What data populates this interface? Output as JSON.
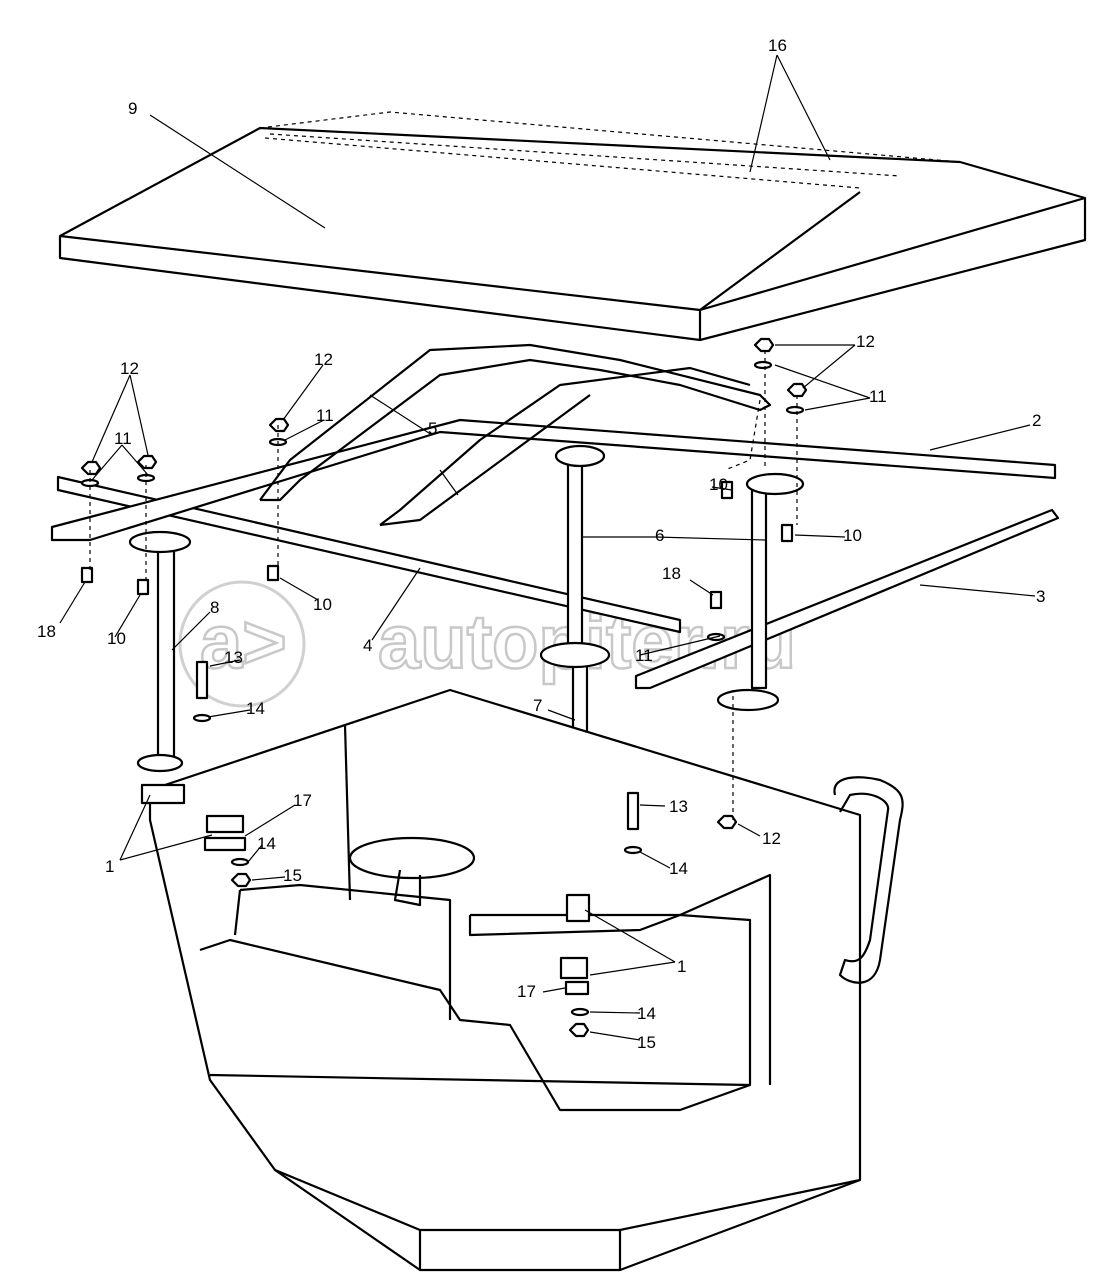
{
  "diagram": {
    "callouts": [
      "1",
      "2",
      "3",
      "4",
      "5",
      "6",
      "7",
      "8",
      "9",
      "10",
      "11",
      "12",
      "13",
      "14",
      "15",
      "16",
      "17",
      "18"
    ],
    "watermark": "autopiter.ru"
  }
}
